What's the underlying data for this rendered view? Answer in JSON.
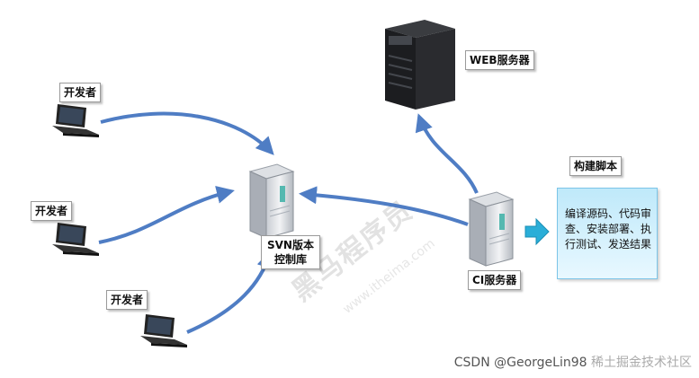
{
  "developers": [
    {
      "label": "开发者"
    },
    {
      "label": "开发者"
    },
    {
      "label": "开发者"
    }
  ],
  "svn": {
    "line1": "SVN版本",
    "line2": "控制库"
  },
  "web_server": {
    "label": "WEB服务器"
  },
  "ci_server": {
    "label": "CI服务器"
  },
  "build_script": {
    "title": "构建脚本",
    "body": "编译源码、代码审查、安装部署、执行测试、发送结果"
  },
  "watermark": {
    "text": "黑马程序员",
    "url": "www.itheima.com"
  },
  "credit": {
    "main": "CSDN @GeorgeLin98",
    "sub": "稀土掘金技术社区"
  },
  "colors": {
    "arrow": "#4f7dc4",
    "box_fill": "#d3f0fc",
    "box_border": "#7cc5e8",
    "small_arrow": "#2aaed8"
  }
}
